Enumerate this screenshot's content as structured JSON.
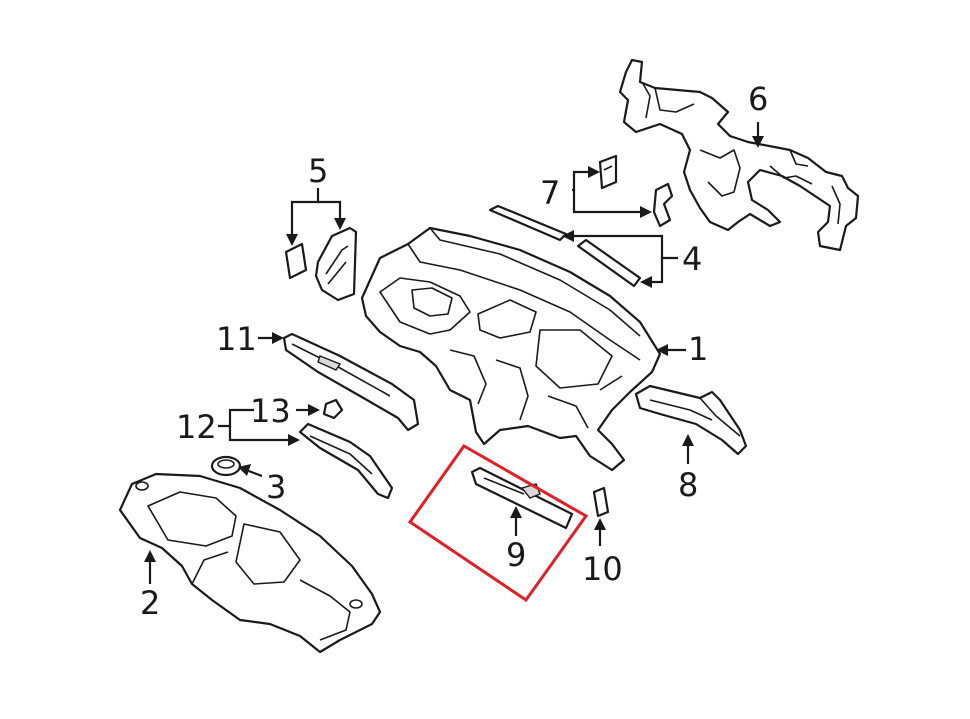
{
  "callouts": {
    "c1": "1",
    "c2": "2",
    "c3": "3",
    "c4": "4",
    "c5": "5",
    "c6": "6",
    "c7": "7",
    "c8": "8",
    "c9": "9",
    "c10": "10",
    "c11": "11",
    "c12": "12",
    "c13": "13"
  },
  "colors": {
    "line": "#1a1a1a",
    "highlight": "#e21f26",
    "background": "#ffffff"
  },
  "highlighted_part": "9"
}
